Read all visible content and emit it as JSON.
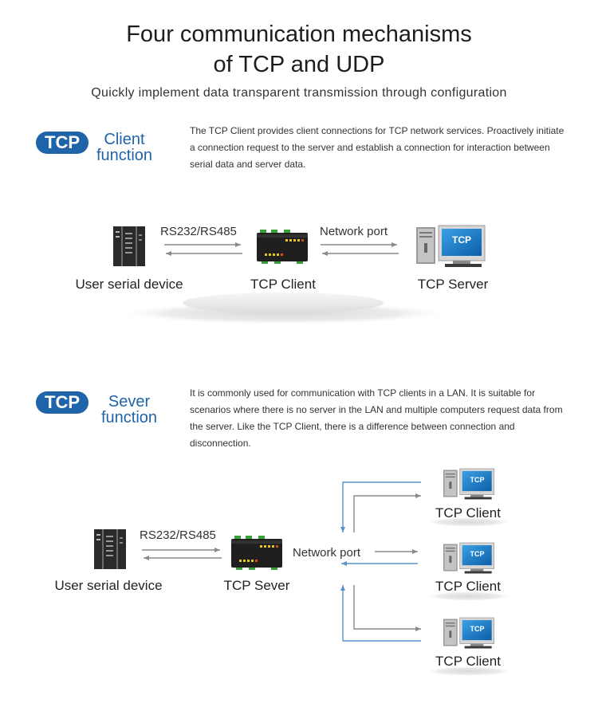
{
  "header": {
    "title_line1": "Four communication mechanisms",
    "title_line2": "of TCP and UDP",
    "subtitle": "Quickly implement data transparent transmission through configuration"
  },
  "client_section": {
    "badge": "TCP",
    "title_line1": "Client",
    "title_line2": "function",
    "description": "The TCP Client provides client connections for TCP network services. Proactively initiate a connection request to the server and establish a connection for interaction between serial data and server data.",
    "serial_link_label": "RS232/RS485",
    "network_link_label": "Network port",
    "node_serial": "User serial device",
    "node_device": "TCP Client",
    "node_server": "TCP Server",
    "monitor_text": "TCP"
  },
  "server_section": {
    "badge": "TCP",
    "title_line1": "Sever",
    "title_line2": "function",
    "description": "It is commonly used for communication with TCP clients in a LAN. It is suitable for scenarios where there is no server in the LAN and multiple computers request data from the server. Like the TCP Client, there is a difference between connection and disconnection.",
    "serial_link_label": "RS232/RS485",
    "network_link_label": "Network port",
    "node_serial": "User serial device",
    "node_device": "TCP Sever",
    "clients": [
      "TCP Client",
      "TCP Client",
      "TCP Client"
    ],
    "monitor_text": "TCP"
  },
  "colors": {
    "accent": "#1f64a8",
    "arrow_blue": "#5b93c9",
    "arrow_gray": "#8a8a8a"
  }
}
